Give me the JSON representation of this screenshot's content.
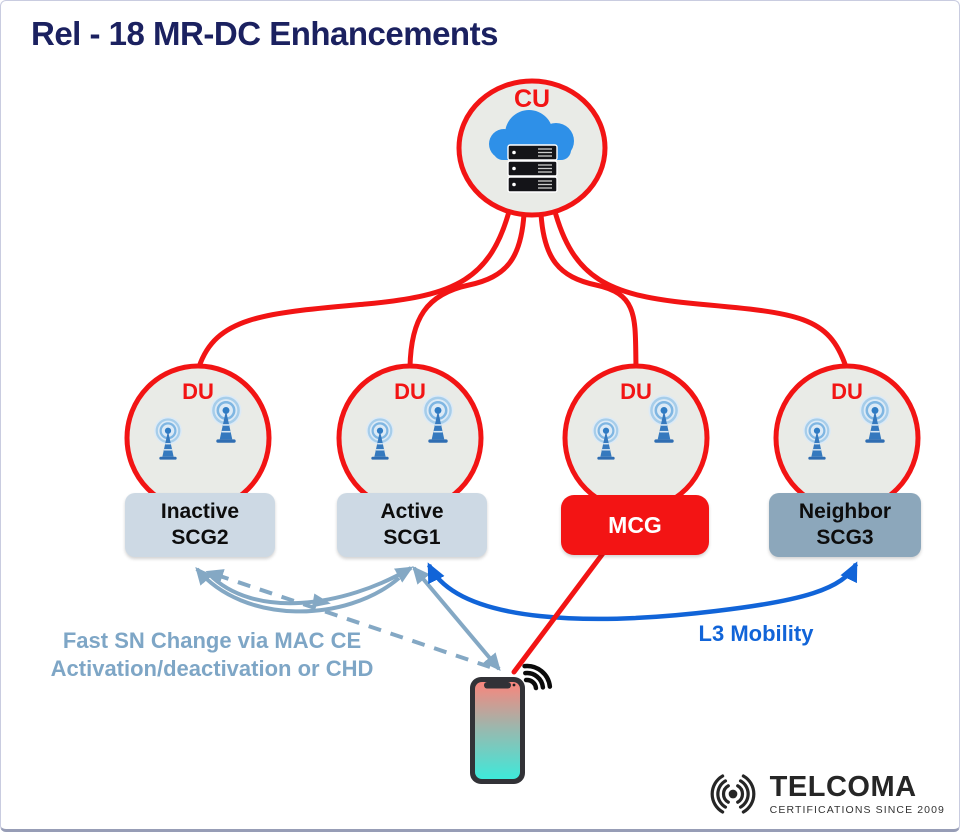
{
  "title": "Rel - 18 MR-DC Enhancements",
  "cu": {
    "label": "CU"
  },
  "du_labels": [
    "DU",
    "DU",
    "DU",
    "DU"
  ],
  "boxes": {
    "inactive": {
      "line1": "Inactive",
      "line2": "SCG2"
    },
    "active": {
      "line1": "Active",
      "line2": "SCG1"
    },
    "mcg": {
      "label": "MCG"
    },
    "neighbor": {
      "line1": "Neighbor",
      "line2": "SCG3"
    }
  },
  "annotations": {
    "fast_sn": {
      "line1": "Fast SN Change via MAC CE",
      "line2": "Activation/deactivation or CHD"
    },
    "l3": "L3 Mobility"
  },
  "logo": {
    "brand": "TELCOMA",
    "tagline": "CERTIFICATIONS SINCE 2009"
  },
  "colors": {
    "red": "#f21414",
    "navy": "#1b2160",
    "steel_blue": "#84a8c4",
    "blue": "#1164d8",
    "node_fill": "#e9ebe7",
    "box_light": "#cdd9e4",
    "box_dark": "#8ca7bb",
    "cloud_blue": "#2e90e8",
    "phone_screen_top": "#f9857c",
    "phone_screen_bottom": "#3ee9da"
  }
}
